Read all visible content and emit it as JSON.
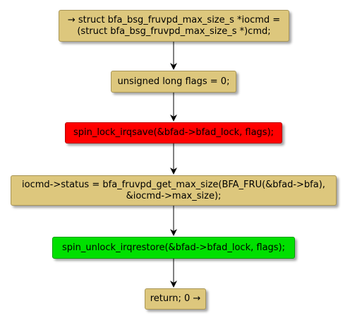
{
  "colors": {
    "action": "#ddc77d",
    "lock": "#ff0000",
    "unlock": "#00e000",
    "edge": "#000000"
  },
  "nodes": [
    {
      "id": "start",
      "kind": "action",
      "lines": [
        "→ struct bfa_bsg_fruvpd_max_size_s *iocmd =",
        "(struct bfa_bsg_fruvpd_max_size_s *)cmd;"
      ]
    },
    {
      "id": "flags",
      "kind": "action",
      "lines": [
        "unsigned long flags = 0;"
      ]
    },
    {
      "id": "lock",
      "kind": "lock",
      "lines": [
        "spin_lock_irqsave(&bfad->bfad_lock, flags);"
      ]
    },
    {
      "id": "status",
      "kind": "action",
      "lines": [
        "iocmd->status = bfa_fruvpd_get_max_size(BFA_FRU(&bfad->bfa),",
        "&iocmd->max_size);"
      ]
    },
    {
      "id": "unlock",
      "kind": "unlock",
      "lines": [
        "spin_unlock_irqrestore(&bfad->bfad_lock, flags);"
      ]
    },
    {
      "id": "return",
      "kind": "action",
      "lines": [
        "return; 0 →"
      ]
    }
  ],
  "edges": [
    {
      "from": "start",
      "to": "flags"
    },
    {
      "from": "flags",
      "to": "lock"
    },
    {
      "from": "lock",
      "to": "status"
    },
    {
      "from": "status",
      "to": "unlock"
    },
    {
      "from": "unlock",
      "to": "return"
    }
  ]
}
